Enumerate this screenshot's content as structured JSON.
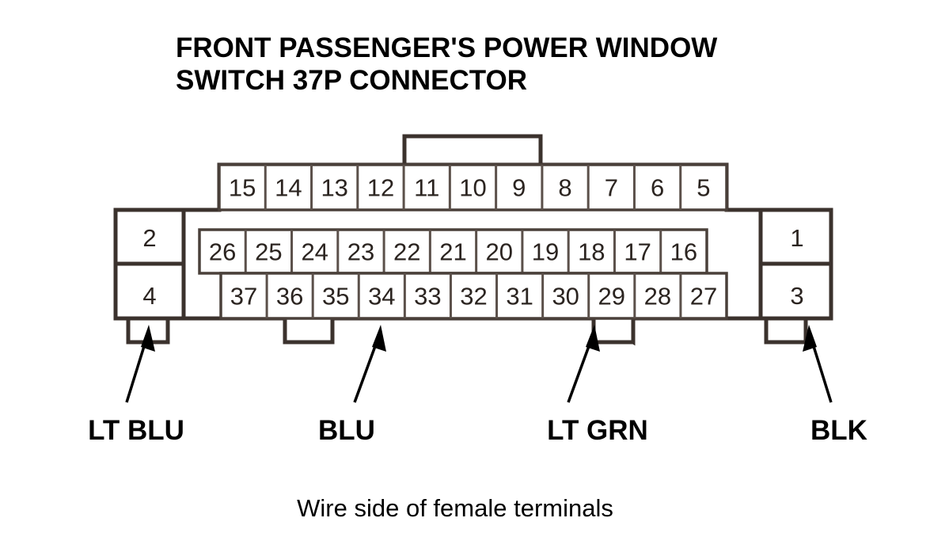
{
  "title": {
    "line1": "FRONT PASSENGER'S POWER WINDOW",
    "line2": "SWITCH 37P CONNECTOR"
  },
  "caption": "Wire side of female terminals",
  "connector": {
    "type": "37P",
    "rows": {
      "top": [
        "15",
        "14",
        "13",
        "12",
        "11",
        "10",
        "9",
        "8",
        "7",
        "6",
        "5"
      ],
      "middle": [
        "26",
        "25",
        "24",
        "23",
        "22",
        "21",
        "20",
        "19",
        "18",
        "17",
        "16"
      ],
      "bottom": [
        "37",
        "36",
        "35",
        "34",
        "33",
        "32",
        "31",
        "30",
        "29",
        "28",
        "27"
      ],
      "left": [
        "2",
        "4"
      ],
      "right": [
        "1",
        "3"
      ]
    }
  },
  "wire_labels": [
    {
      "name": "lt-blu",
      "text": "LT BLU"
    },
    {
      "name": "blu",
      "text": "BLU"
    },
    {
      "name": "lt-grn",
      "text": "LT GRN"
    },
    {
      "name": "blk",
      "text": "BLK"
    }
  ],
  "colors": {
    "background": "#ffffff",
    "ink": "#000000",
    "outline": "#3b322d",
    "cell_stroke": "#4a403a",
    "pin_text": "#2b2420"
  }
}
